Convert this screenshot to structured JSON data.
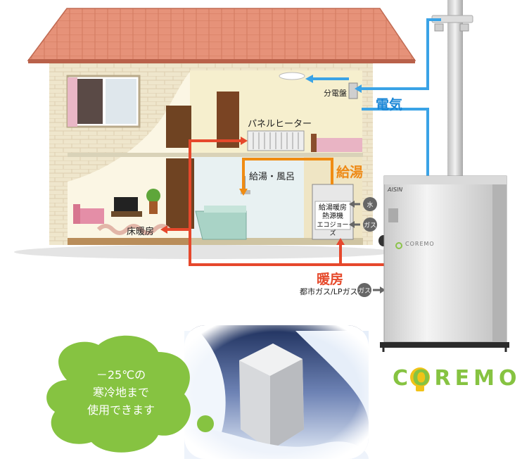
{
  "labels": {
    "electricity": "電気",
    "distribution_board": "分電盤",
    "panel_heater": "パネルヒーター",
    "hot_water_bath": "給湯・風呂",
    "hot_water_supply": "給湯",
    "water": "水",
    "gas_in_box": "ガス",
    "heat_source_line1": "給湯暖房",
    "heat_source_line2": "熱源機",
    "heat_source_line3": "エコジョーズ",
    "floor_heating": "床暖房",
    "heating": "暖房",
    "city_gas": "都市ガス/LPガス",
    "gas_bottom": "ガス",
    "unit_brand": "AISIN",
    "unit_logo": "COREMO"
  },
  "logo": {
    "text": "COREMO"
  },
  "bubble": {
    "line1": "－25℃の",
    "line2": "寒冷地まで",
    "line3": "使用できます"
  },
  "colors": {
    "electric_line": "#3aa3e6",
    "hot_water_line": "#f08c12",
    "heating_line": "#e6482c",
    "roof": "#e38a72",
    "bubble": "#86c341",
    "logo_green": "#86c341",
    "logo_bulb": "#f1c318"
  }
}
